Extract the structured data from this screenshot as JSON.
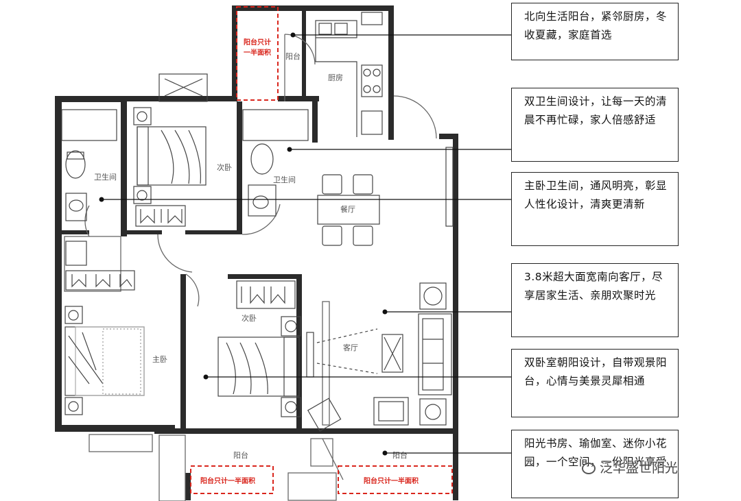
{
  "rooms": {
    "balcony_north": "阳台",
    "kitchen": "厨房",
    "bath_left": "卫生间",
    "bedroom2_top": "次卧",
    "bath_mid": "卫生间",
    "dining": "餐厅",
    "bedroom2_mid": "次卧",
    "living": "客厅",
    "master": "主卧",
    "balcony_south": "阳台",
    "balcony_south_right": "阳台"
  },
  "balcony_notes": {
    "north_line1": "阳台只计",
    "north_line2": "一半面积",
    "south_left": "阳台只计一半面积",
    "south_right": "阳台只计一半面积"
  },
  "callouts": [
    {
      "text": "北向生活阳台，紧邻厨房，冬收夏藏，家庭首选"
    },
    {
      "text": "双卫生间设计，让每一天的清晨不再忙碌，家人倍感舒适"
    },
    {
      "text": "主卧卫生间，通风明亮，彰显人性化设计，清爽更清新"
    },
    {
      "text": "3.8米超大面宽南向客厅，尽享居家生活、亲朋欢聚时光"
    },
    {
      "text": "双卧室朝阳设计，自带观景阳台，心情与美景灵犀相通"
    },
    {
      "text": "阳光书房、瑜伽室、迷你小花园，一个空间，一份阳光享受"
    }
  ],
  "watermark": "泛华盛世阳光",
  "colors": {
    "wall": "#2b2b2b",
    "red_dash": "#d9251c",
    "leader": "#111111"
  }
}
